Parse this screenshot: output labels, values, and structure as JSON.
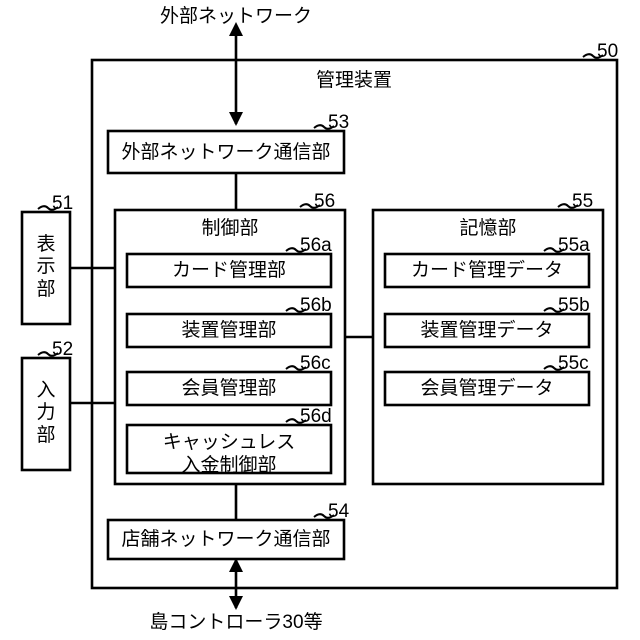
{
  "figure": {
    "outer_label": "管理装置",
    "outer_ref": "50",
    "top_external": "外部ネットワーク",
    "bottom_external": "島コントローラ30等",
    "stroke_color": "#000000",
    "background_color": "#ffffff"
  },
  "blocks": {
    "display_unit": {
      "ref": "51",
      "label": "表示部",
      "orientation": "vertical"
    },
    "input_unit": {
      "ref": "52",
      "label": "入力部",
      "orientation": "vertical"
    },
    "external_network_comm": {
      "ref": "53",
      "label": "外部ネットワーク通信部"
    },
    "store_network_comm": {
      "ref": "54",
      "label": "店舗ネットワーク通信部"
    },
    "control_unit": {
      "ref": "56",
      "label": "制御部",
      "children": [
        {
          "ref": "56a",
          "label": "カード管理部"
        },
        {
          "ref": "56b",
          "label": "装置管理部"
        },
        {
          "ref": "56c",
          "label": "会員管理部"
        },
        {
          "ref": "56d",
          "label": "キャッシュレス\n入金制御部"
        }
      ]
    },
    "storage_unit": {
      "ref": "55",
      "label": "記憶部",
      "children": [
        {
          "ref": "55a",
          "label": "カード管理データ"
        },
        {
          "ref": "55b",
          "label": "装置管理データ"
        },
        {
          "ref": "55c",
          "label": "会員管理データ"
        }
      ]
    }
  }
}
